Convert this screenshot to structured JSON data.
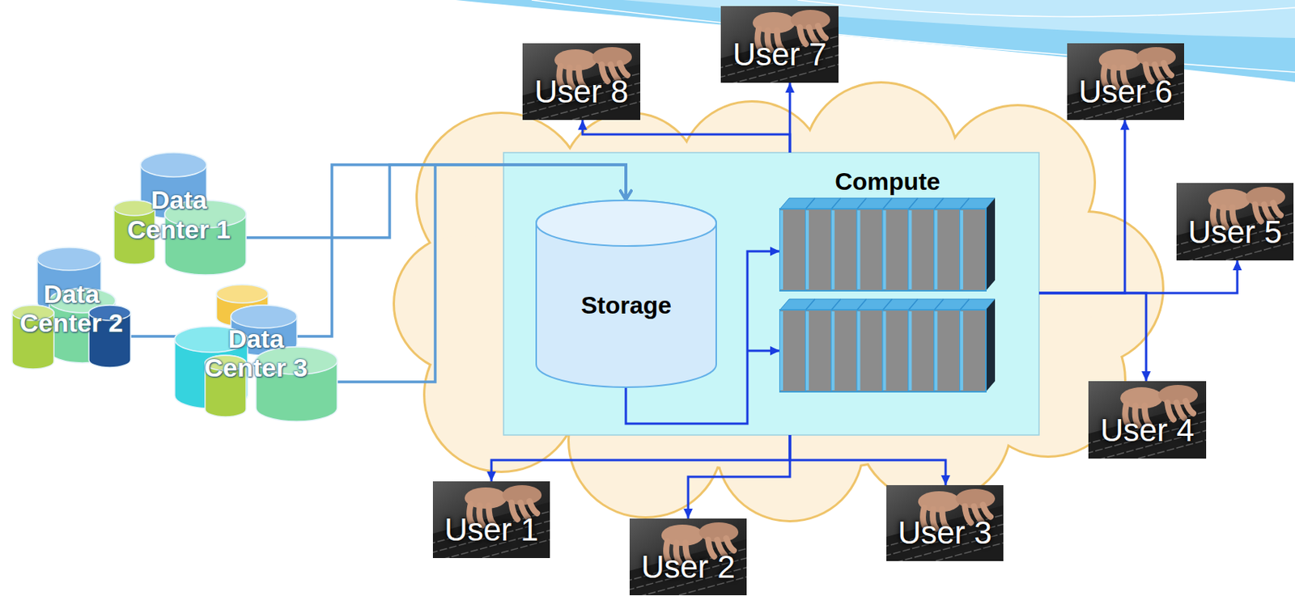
{
  "diagram": {
    "nodes": [
      {
        "text": [
          "Data Center 1"
        ]
      },
      {
        "text": [
          "Data Center 2"
        ]
      },
      {
        "text": [
          "Data Center 3"
        ]
      },
      {
        "text": [
          "Storage"
        ]
      },
      {
        "text": [
          "Compute"
        ]
      },
      {
        "text": [
          "User 1"
        ]
      },
      {
        "text": [
          "User 2"
        ]
      },
      {
        "text": [
          "User 3"
        ]
      },
      {
        "text": [
          "User 4"
        ]
      },
      {
        "text": [
          "User 5"
        ]
      },
      {
        "text": [
          "User 6"
        ]
      },
      {
        "text": [
          "User 7"
        ]
      },
      {
        "text": [
          "User 8"
        ]
      }
    ],
    "edges": [
      {
        "from": 0,
        "to": 3,
        "arrow": "to"
      },
      {
        "from": 1,
        "to": 3,
        "arrow": "to"
      },
      {
        "from": 2,
        "to": 3,
        "arrow": "to"
      },
      {
        "from": 3,
        "to": 4,
        "arrow": "to"
      },
      {
        "from": 4,
        "to": 5,
        "arrow": "to"
      },
      {
        "from": 4,
        "to": 6,
        "arrow": "to"
      },
      {
        "from": 4,
        "to": 7,
        "arrow": "to"
      },
      {
        "from": 4,
        "to": 8,
        "arrow": "to"
      },
      {
        "from": 4,
        "to": 9,
        "arrow": "to"
      },
      {
        "from": 4,
        "to": 10,
        "arrow": "to"
      },
      {
        "from": 4,
        "to": 11,
        "arrow": "to"
      },
      {
        "from": 4,
        "to": 12,
        "arrow": "to"
      }
    ]
  }
}
